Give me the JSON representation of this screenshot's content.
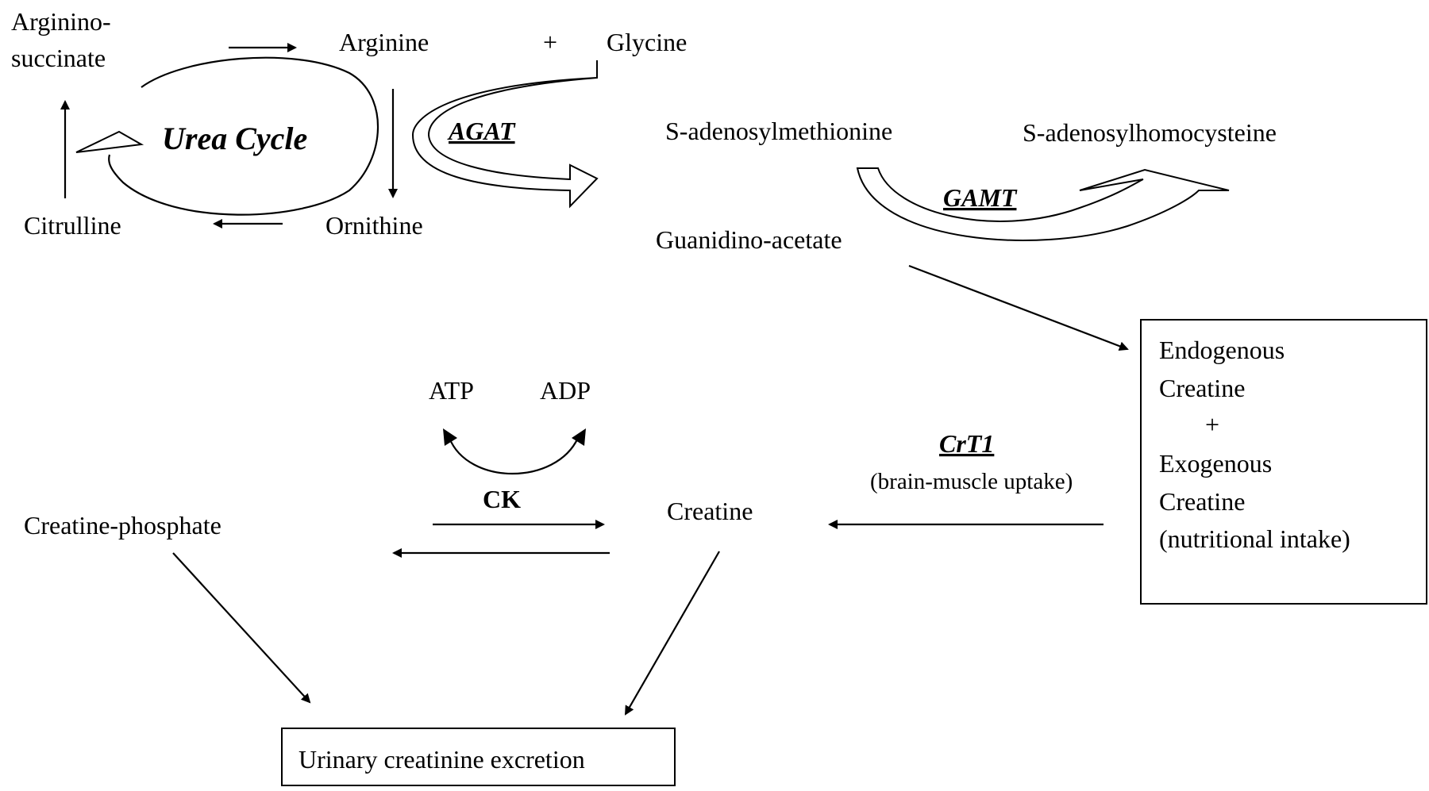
{
  "urea_cycle": {
    "label": "Urea Cycle",
    "argininosuccinate_line1": "Arginino-",
    "argininosuccinate_line2": "succinate",
    "arginine": "Arginine",
    "plus": "+",
    "glycine": "Glycine",
    "ornithine": "Ornithine",
    "citrulline": "Citrulline"
  },
  "enzymes": {
    "agat": "AGAT",
    "gamt": "GAMT",
    "crt1": "CrT1",
    "crt1_note": "(brain-muscle uptake)",
    "ck": "CK"
  },
  "methylation": {
    "sam": "S-adenosylmethionine",
    "sah": "S-adenosylhomocysteine",
    "guanidinoacetate": "Guanidino-acetate"
  },
  "creatine_box": {
    "line1": "Endogenous",
    "line2": "Creatine",
    "plus": "+",
    "line3": "Exogenous",
    "line4": "Creatine",
    "line5": "(nutritional intake)"
  },
  "energy": {
    "atp": "ATP",
    "adp": "ADP",
    "creatine": "Creatine",
    "creatine_phosphate": "Creatine-phosphate"
  },
  "output": {
    "urinary": "Urinary creatinine excretion"
  }
}
